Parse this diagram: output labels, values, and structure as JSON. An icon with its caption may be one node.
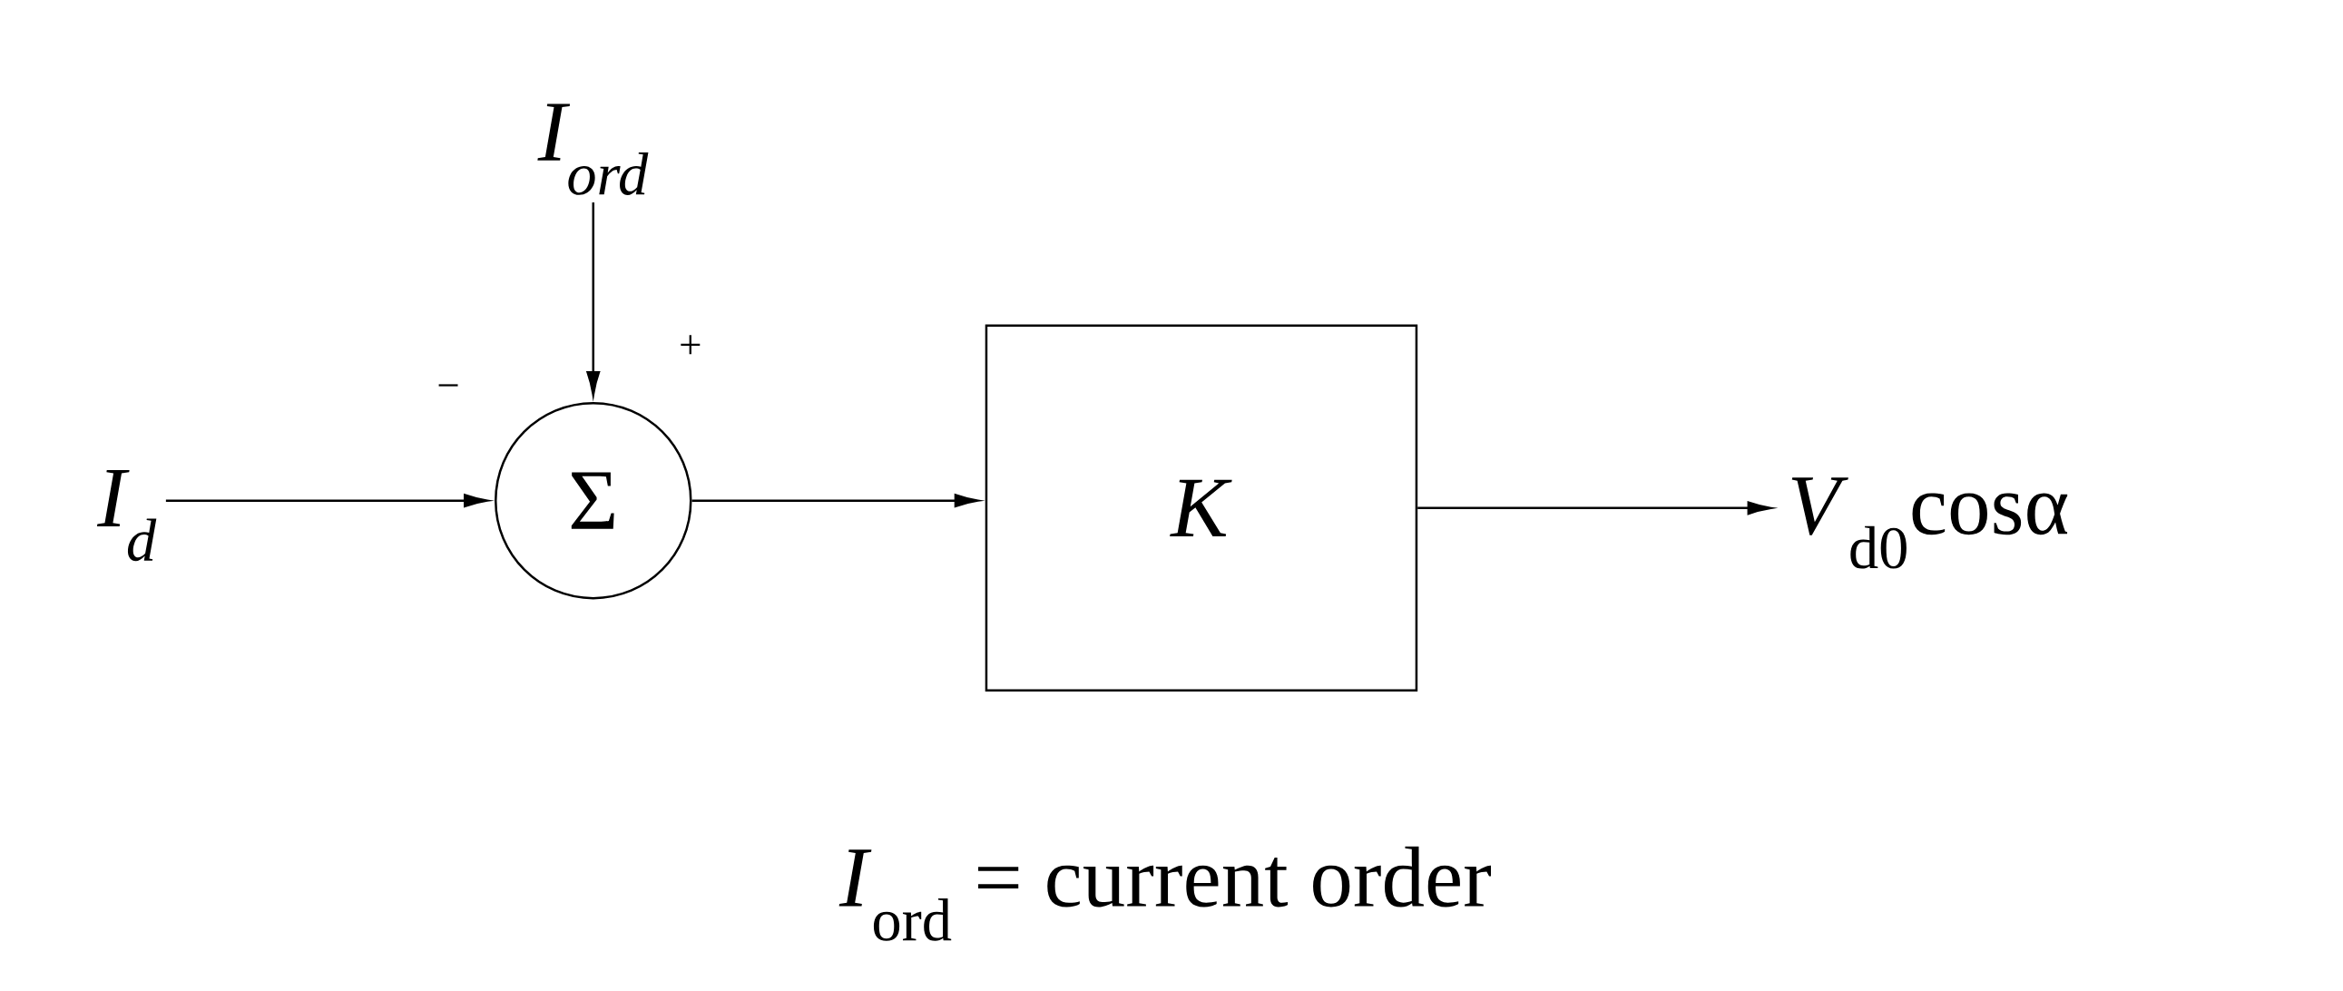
{
  "diagram": {
    "caption": "*I*$_{ord}$ = current order",
    "nodes": [
      {
        "text": [
          "I$_{ord}$"
        ]
      },
      {
        "text": [
          "I$_{d}$"
        ]
      },
      {
        "text": [
          "Σ"
        ]
      },
      {
        "text": [
          "*K*"
        ]
      },
      {
        "text": [
          "*V*$_{d0}$cosα"
        ]
      }
    ],
    "edges": [
      {
        "from": 0,
        "to": 2,
        "arrow": "to"
      },
      {
        "from": 1,
        "to": 2,
        "arrow": "to"
      },
      {
        "from": 2,
        "to": 3,
        "arrow": "to"
      },
      {
        "from": 3,
        "to": 4,
        "arrow": "to"
      }
    ],
    "labels": [
      "+",
      "−"
    ]
  }
}
